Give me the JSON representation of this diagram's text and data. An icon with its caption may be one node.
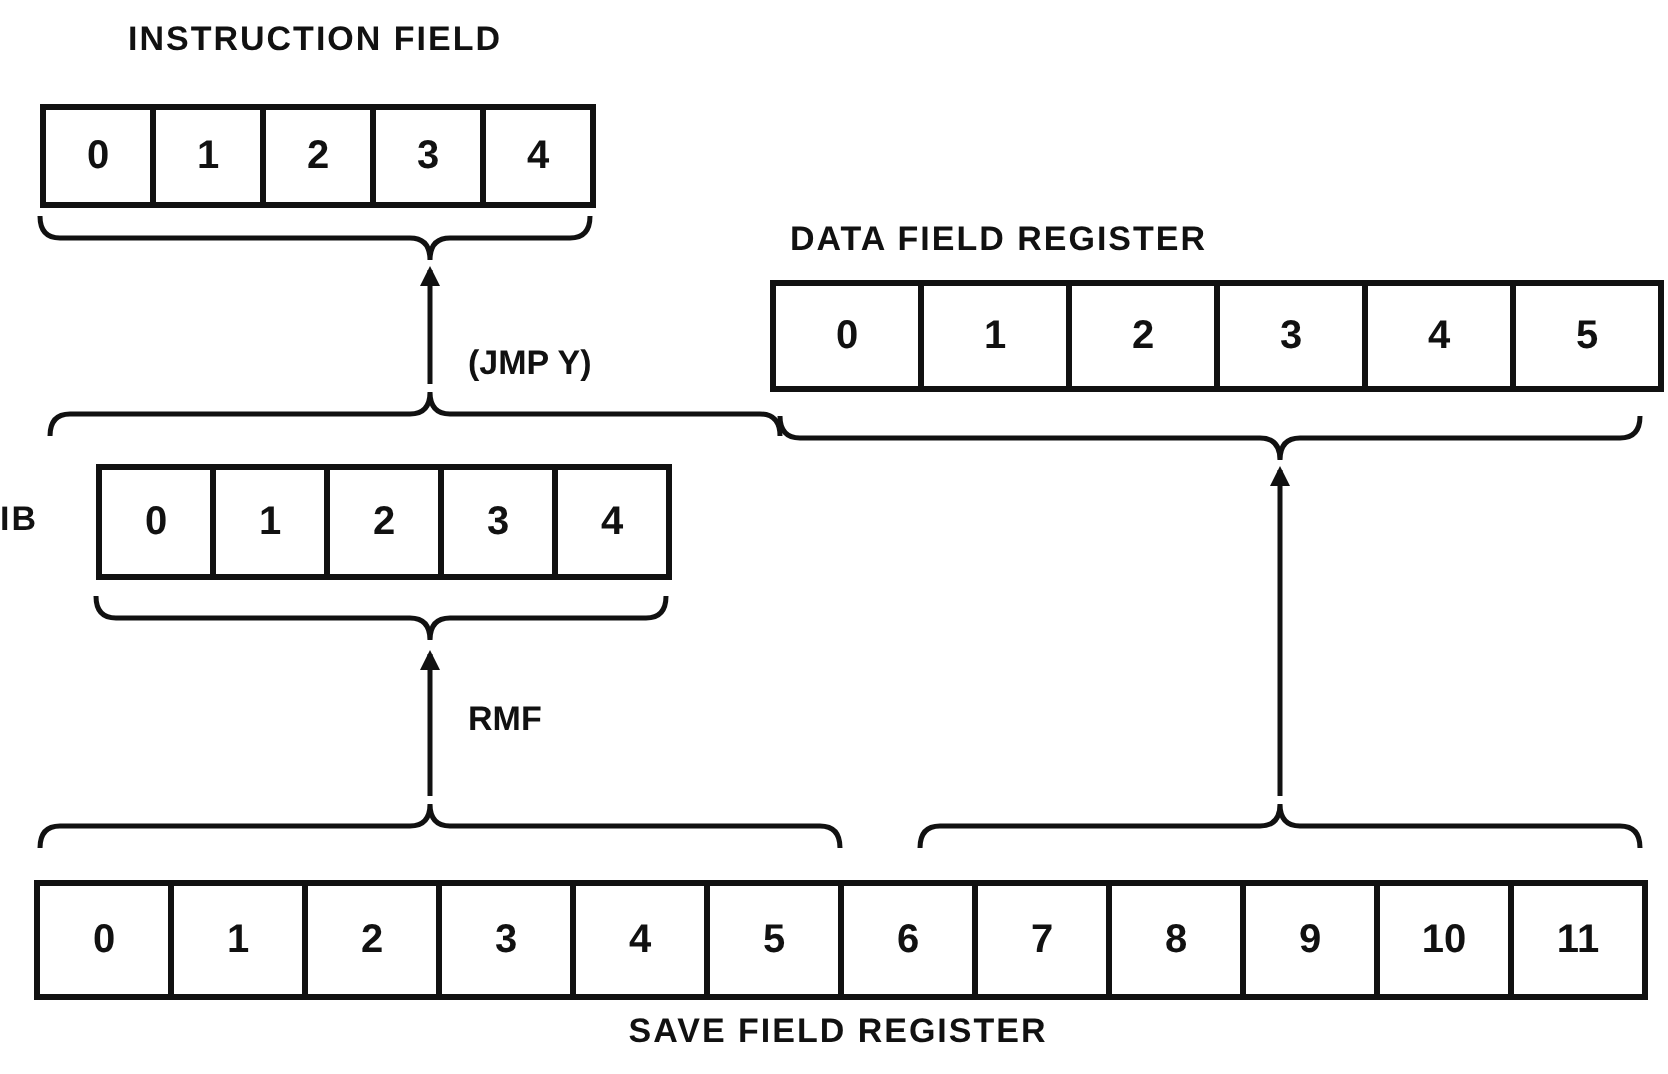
{
  "diagram": {
    "nodes": [
      {
        "text": [
          "INSTRUCTION FIELD"
        ]
      },
      {
        "text": [
          "0"
        ],
        "in": 0
      },
      {
        "text": [
          "1"
        ],
        "in": 0
      },
      {
        "text": [
          "2"
        ],
        "in": 0
      },
      {
        "text": [
          "3"
        ],
        "in": 0
      },
      {
        "text": [
          "4"
        ],
        "in": 0
      },
      {
        "text": [
          "DATA FIELD REGISTER"
        ]
      },
      {
        "text": [
          "0"
        ],
        "in": 6
      },
      {
        "text": [
          "1"
        ],
        "in": 6
      },
      {
        "text": [
          "2"
        ],
        "in": 6
      },
      {
        "text": [
          "3"
        ],
        "in": 6
      },
      {
        "text": [
          "4"
        ],
        "in": 6
      },
      {
        "text": [
          "5"
        ],
        "in": 6
      },
      {
        "text": [
          "IB"
        ]
      },
      {
        "text": [
          "0"
        ],
        "in": 13
      },
      {
        "text": [
          "1"
        ],
        "in": 13
      },
      {
        "text": [
          "2"
        ],
        "in": 13
      },
      {
        "text": [
          "3"
        ],
        "in": 13
      },
      {
        "text": [
          "4"
        ],
        "in": 13
      },
      {
        "text": [
          "SAVE FIELD REGISTER"
        ]
      },
      {
        "text": [
          "0"
        ],
        "in": 19
      },
      {
        "text": [
          "1"
        ],
        "in": 19
      },
      {
        "text": [
          "2"
        ],
        "in": 19
      },
      {
        "text": [
          "3"
        ],
        "in": 19
      },
      {
        "text": [
          "4"
        ],
        "in": 19
      },
      {
        "text": [
          "5"
        ],
        "in": 19
      },
      {
        "text": [
          "6"
        ],
        "in": 19
      },
      {
        "text": [
          "7"
        ],
        "in": 19
      },
      {
        "text": [
          "8"
        ],
        "in": 19
      },
      {
        "text": [
          "9"
        ],
        "in": 19
      },
      {
        "text": [
          "10"
        ],
        "in": 19
      },
      {
        "text": [
          "11"
        ],
        "in": 19
      }
    ],
    "edges": [
      {
        "from": 13,
        "to": 0,
        "arrow": "to",
        "label": "(JMP Y)"
      },
      {
        "from": 19,
        "to": 13,
        "arrow": "to",
        "label": "RMF"
      },
      {
        "from": 19,
        "to": 6,
        "arrow": "to"
      }
    ]
  }
}
